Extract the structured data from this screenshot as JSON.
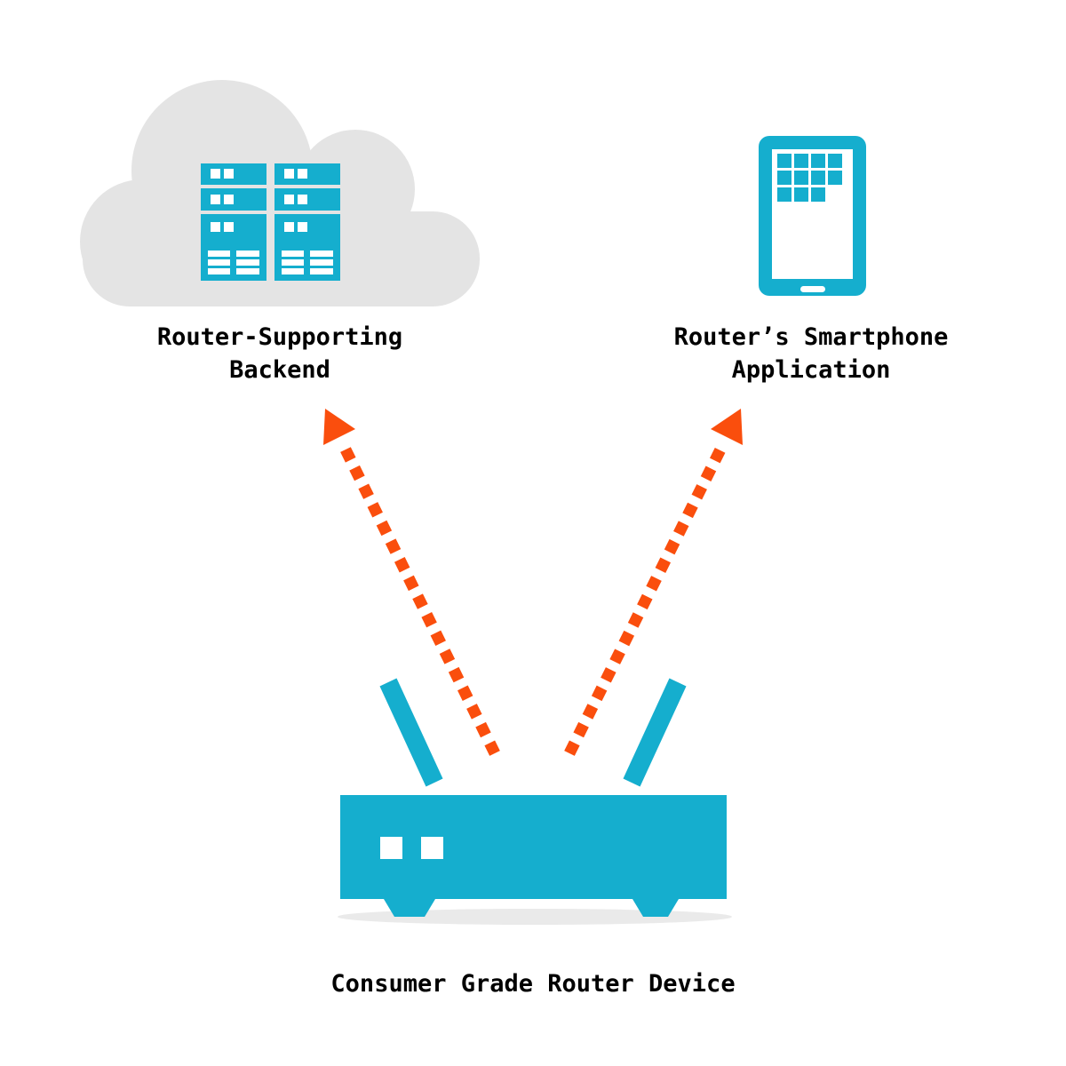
{
  "colors": {
    "teal": "#15AECE",
    "orange": "#FA4E0D",
    "cloud_gray": "#E4E4E4",
    "shadow_gray": "#EAEAEA",
    "ink": "#000000",
    "white": "#FFFFFF",
    "background": "#FFFFFF"
  },
  "nodes": {
    "backend": {
      "icon": "cloud-server-icon",
      "line1": "Router-Supporting",
      "line2": "Backend"
    },
    "app": {
      "icon": "smartphone-icon",
      "line1": "Router’s Smartphone",
      "line2": "Application"
    },
    "router": {
      "icon": "wifi-router-icon",
      "label": "Consumer Grade Router Device"
    }
  },
  "edges": [
    {
      "from": "router",
      "to": "backend",
      "style": "dotted-arrow",
      "color": "#FA4E0D"
    },
    {
      "from": "router",
      "to": "app",
      "style": "dotted-arrow",
      "color": "#FA4E0D"
    }
  ]
}
